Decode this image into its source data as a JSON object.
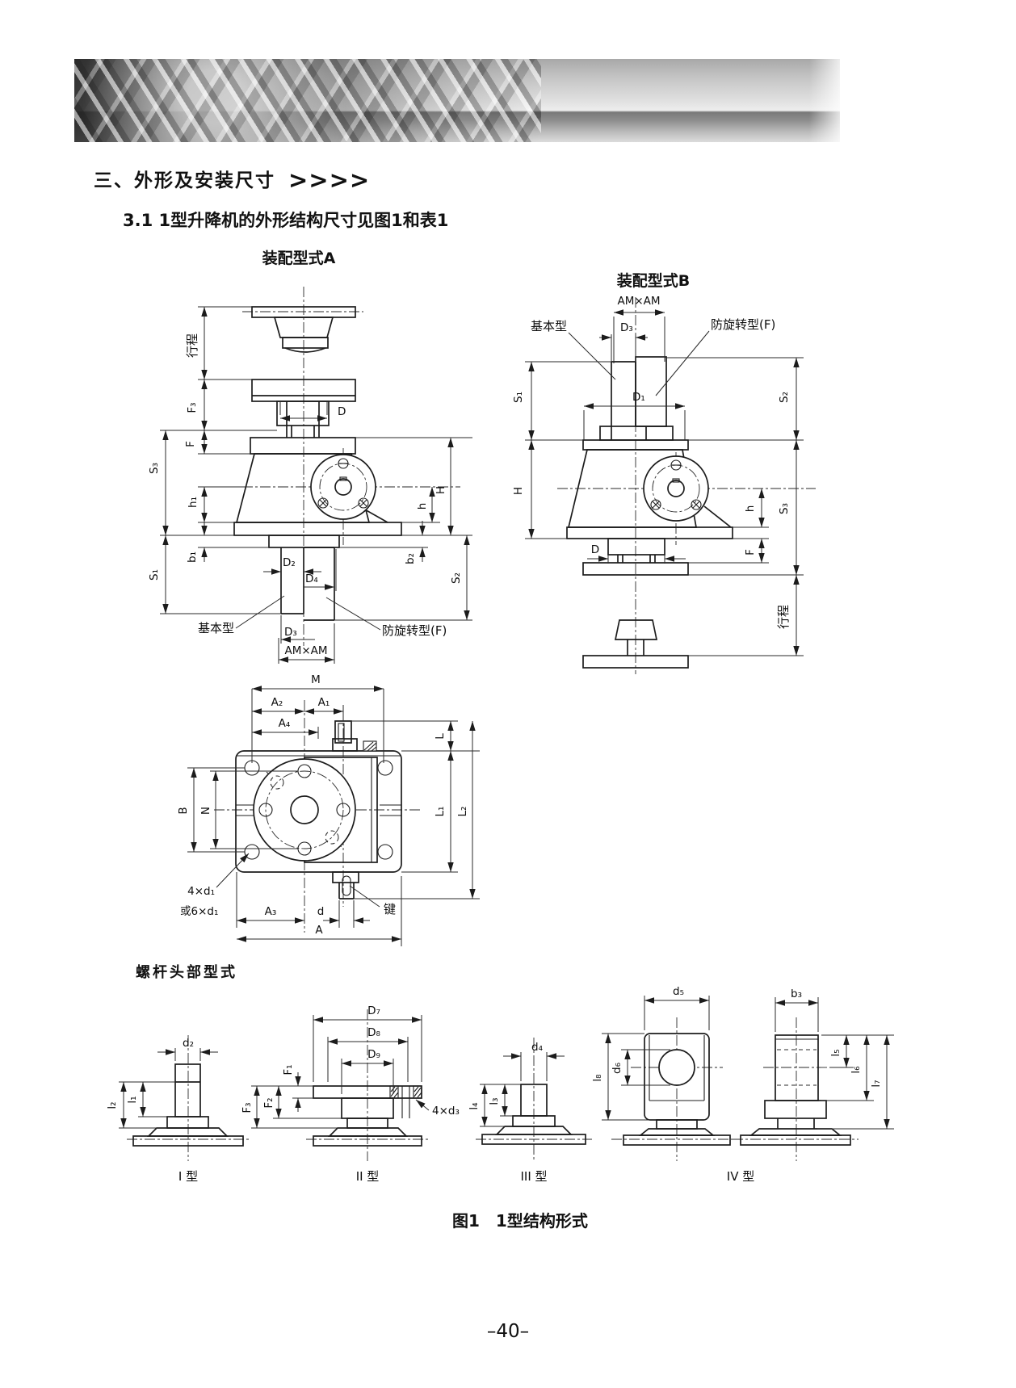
{
  "page": {
    "section_title": "三、外形及安装尺寸",
    "section_arrows": ">>>>",
    "subsection_title": "3.1 1型升降机的外形结构尺寸见图1和表1",
    "figure_caption": "图1　1型结构形式",
    "page_number": "–40–"
  },
  "assembly_a": {
    "title": "装配型式A",
    "dims": {
      "stroke": "行程",
      "f3": "F₃",
      "f": "F",
      "s3": "S₃",
      "d": "D",
      "h1": "h₁",
      "b1": "b₁",
      "s1": "S₁",
      "d2": "D₂",
      "d4": "D₄",
      "d3": "D₃",
      "am": "AM×AM",
      "basic": "基本型",
      "anti": "防旋转型(F)",
      "cap_h": "H",
      "h": "h",
      "b2": "b₂",
      "s2": "S₂"
    }
  },
  "assembly_b": {
    "title": "装配型式B",
    "dims": {
      "am": "AM×AM",
      "basic": "基本型",
      "d3": "D₃",
      "anti": "防旋转型(F)",
      "s1": "S₁",
      "d1": "D₁",
      "s2": "S₂",
      "cap_h": "H",
      "h": "h",
      "s3": "S₃",
      "d": "D",
      "f": "F",
      "stroke": "行程"
    }
  },
  "top_view": {
    "dims": {
      "m": "M",
      "a2": "A₂",
      "a1": "A₁",
      "a4": "A₄",
      "l": "L",
      "b": "B",
      "n": "N",
      "l1": "L₁",
      "l2": "L₂",
      "holes4": "4×d₁",
      "holes6": "或6×d₁",
      "a3": "A₃",
      "d": "d",
      "key": "键",
      "a": "A"
    }
  },
  "screw_heads": {
    "heading": "螺杆头部型式",
    "type1": {
      "label": "I 型",
      "d2": "d₂",
      "l1": "l₁",
      "l2": "l₂"
    },
    "type2": {
      "label": "II 型",
      "d7": "D₇",
      "d8": "D₈",
      "d9": "D₉",
      "f1": "F₁",
      "f2": "F₂",
      "f3": "F₃",
      "holes": "4×d₃"
    },
    "type3": {
      "label": "III 型",
      "d4": "d₄",
      "l3": "l₃",
      "l4": "l₄"
    },
    "type4": {
      "label": "IV 型",
      "d5": "d₅",
      "d6": "d₆",
      "l8": "l₈",
      "b3": "b₃",
      "l5": "l₅",
      "l6": "l₆",
      "l7": "l₇"
    }
  }
}
